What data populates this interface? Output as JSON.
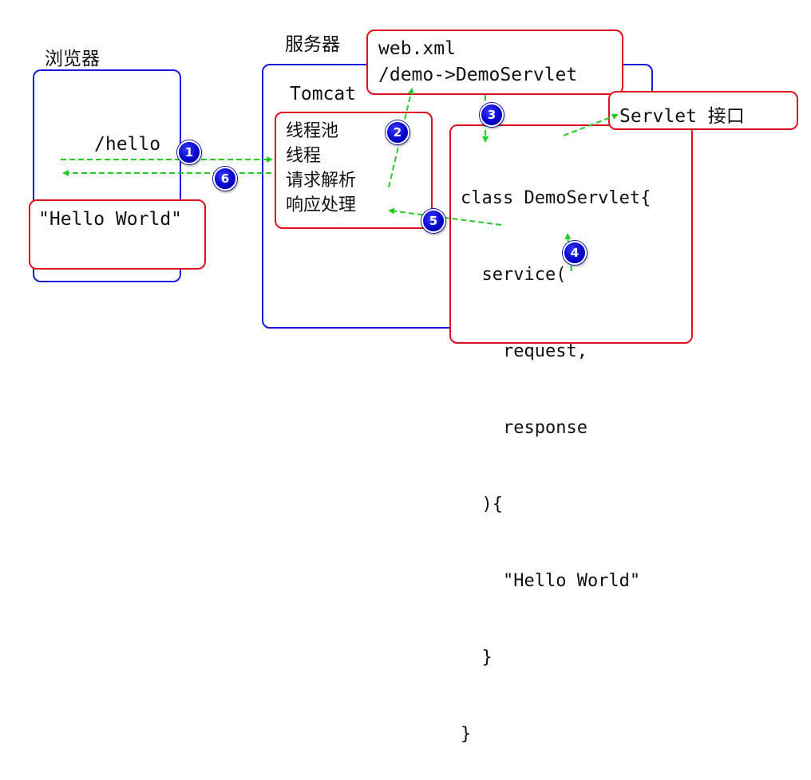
{
  "browser": {
    "title": "浏览器",
    "response_text": "\"Hello World\""
  },
  "server": {
    "title": "服务器",
    "tomcat_label": "Tomcat",
    "tomcat_items": [
      "线程池",
      "线程",
      "请求解析",
      "响应处理"
    ],
    "webxml_lines": [
      "web.xml",
      "/demo->DemoServlet"
    ],
    "servlet_interface": "Servlet 接口",
    "code_lines": [
      "class DemoServlet{",
      "  service(",
      "    request,",
      "    response",
      "  ){",
      "    \"Hello World\"",
      "  }",
      "}"
    ]
  },
  "request_path": "/hello",
  "steps": [
    "1",
    "2",
    "3",
    "4",
    "5",
    "6"
  ],
  "colors": {
    "blue_border": "#1a1adf",
    "red_border": "#e0101c",
    "arrow": "#22cc22",
    "badge": "#0000c8"
  }
}
